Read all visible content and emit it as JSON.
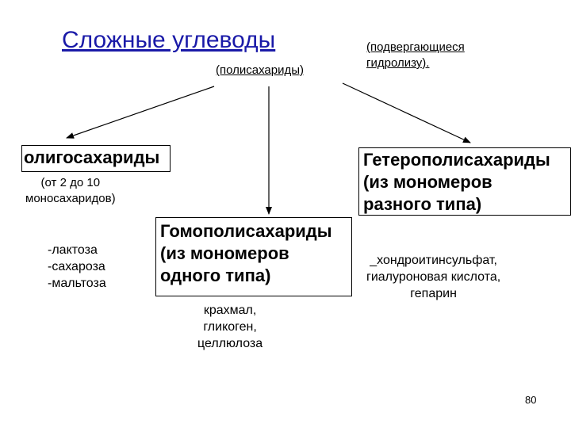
{
  "title": "Сложные углеводы",
  "title_sub": "(полисахариды)",
  "title_note": [
    "(подвергающиеся",
    "гидролизу)."
  ],
  "oligo": {
    "label": "олигосахариды",
    "sub": [
      "(от 2 до 10",
      "моносахаридов)"
    ],
    "examples": [
      "-лактоза",
      "-сахароза",
      "-мальтоза"
    ]
  },
  "homo": {
    "label": [
      "Гомополисахариды",
      "(из мономеров",
      "одного типа)"
    ],
    "examples": [
      "крахмал,",
      "гликоген,",
      "целлюлоза"
    ]
  },
  "hetero": {
    "label": [
      "Гетерополисахариды",
      "(из мономеров",
      "разного типа)"
    ],
    "examples": [
      "_хондроитинсульфат,",
      "гиалуроновая кислота,",
      "гепарин"
    ]
  },
  "page_number": "80"
}
